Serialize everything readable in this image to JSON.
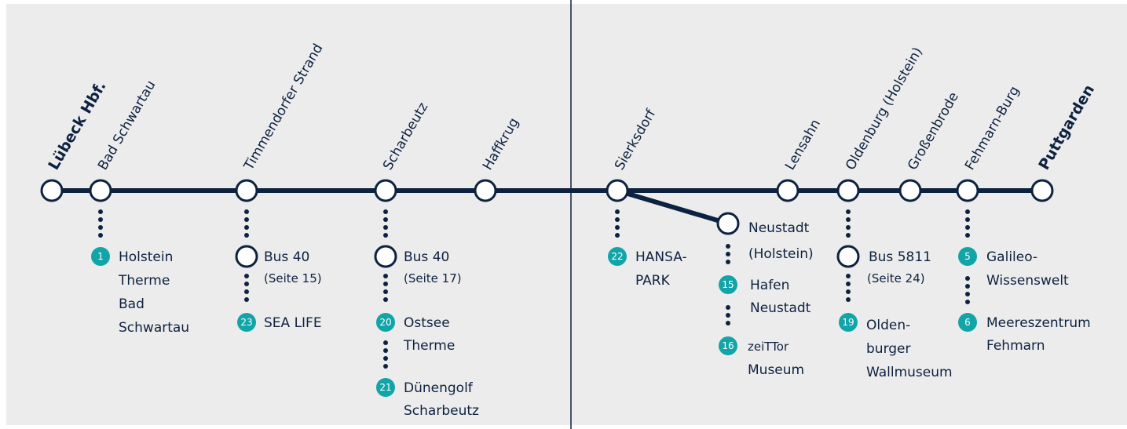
{
  "colors": {
    "line": "#0d2240",
    "badge": "#12a5a8",
    "panel": "#ececec"
  },
  "stations": {
    "luebeck": "Lübeck Hbf.",
    "bad_schwartau": "Bad Schwartau",
    "timmendorfer": "Timmendorfer Strand",
    "scharbeutz": "Scharbeutz",
    "haffkrug": "Haffkrug",
    "sierksdorf": "Sierksdorf",
    "lensahn": "Lensahn",
    "oldenburg": "Oldenburg (Holstein)",
    "grossenbrode": "Großenbrode",
    "fehmarn_burg": "Fehmarn-Burg",
    "puttgarden": "Puttgarden",
    "neustadt_l1": "Neustadt",
    "neustadt_l2": "(Holstein)"
  },
  "buses": {
    "timmendorfer": {
      "name": "Bus 40",
      "ref": "(Seite 15)"
    },
    "scharbeutz": {
      "name": "Bus 40",
      "ref": "(Seite 17)"
    },
    "oldenburg": {
      "name": "Bus 5811",
      "ref": "(Seite 24)"
    }
  },
  "pois": {
    "p1": {
      "num": "1",
      "lines": [
        "Holstein",
        "Therme",
        "Bad",
        "Schwartau"
      ]
    },
    "p23": {
      "num": "23",
      "lines": [
        "SEA LIFE"
      ]
    },
    "p20": {
      "num": "20",
      "lines": [
        "Ostsee",
        "Therme"
      ]
    },
    "p21": {
      "num": "21",
      "lines": [
        "Dünengolf",
        "Scharbeutz"
      ]
    },
    "p22": {
      "num": "22",
      "lines": [
        "HANSA-",
        "PARK"
      ]
    },
    "p15": {
      "num": "15",
      "lines": [
        "Hafen",
        "Neustadt"
      ]
    },
    "p16": {
      "num": "16",
      "lines": [
        "zeiTTor",
        "Museum"
      ]
    },
    "p19": {
      "num": "19",
      "lines": [
        "Olden-",
        "burger",
        "Wallmuseum"
      ]
    },
    "p5": {
      "num": "5",
      "lines": [
        "Galileo-",
        "Wissenswelt"
      ]
    },
    "p6": {
      "num": "6",
      "lines": [
        "Meereszentrum",
        "Fehmarn"
      ]
    }
  }
}
